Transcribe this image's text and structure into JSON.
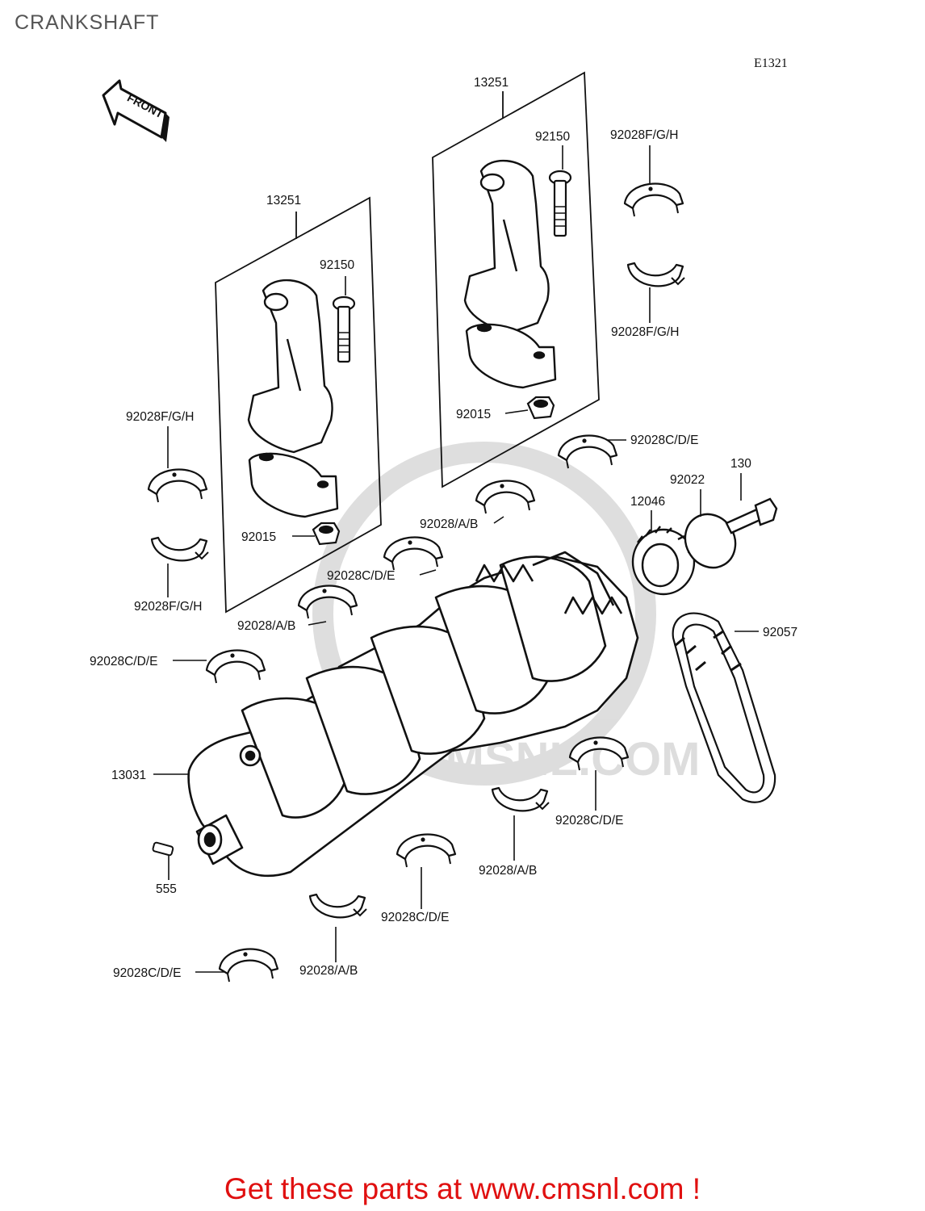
{
  "page": {
    "title": "CRANKSHAFT",
    "diagram_ref": "E1321",
    "front_arrow_text": "FRONT",
    "watermark_text": "WWW.CMSNL.COM",
    "footer": "Get these parts at www.cmsnl.com !"
  },
  "callouts": {
    "rod_left": "13251",
    "rod_right": "13251",
    "bolt_left": "92150",
    "bolt_right": "92150",
    "nut_left": "92015",
    "nut_right": "92015",
    "rodbrg_left_upper": "92028F/G/H",
    "rodbrg_left_lower": "92028F/G/H",
    "rodbrg_right_upper": "92028F/G/H",
    "rodbrg_right_lower": "92028F/G/H",
    "mainbrg_cde_1": "92028C/D/E",
    "mainbrg_ab_1": "92028/A/B",
    "mainbrg_cde_2": "92028C/D/E",
    "mainbrg_ab_2": "92028/A/B",
    "mainbrg_cde_3": "92028C/D/E",
    "crankshaft": "13031",
    "pin": "555",
    "sprocket": "12046",
    "washer": "92022",
    "bolt_130": "130",
    "chain": "92057",
    "mainbrg_cde_4": "92028C/D/E",
    "mainbrg_ab_3": "92028/A/B",
    "mainbrg_cde_5": "92028C/D/E",
    "mainbrg_ab_4": "92028/A/B",
    "mainbrg_cde_6": "92028C/D/E"
  }
}
